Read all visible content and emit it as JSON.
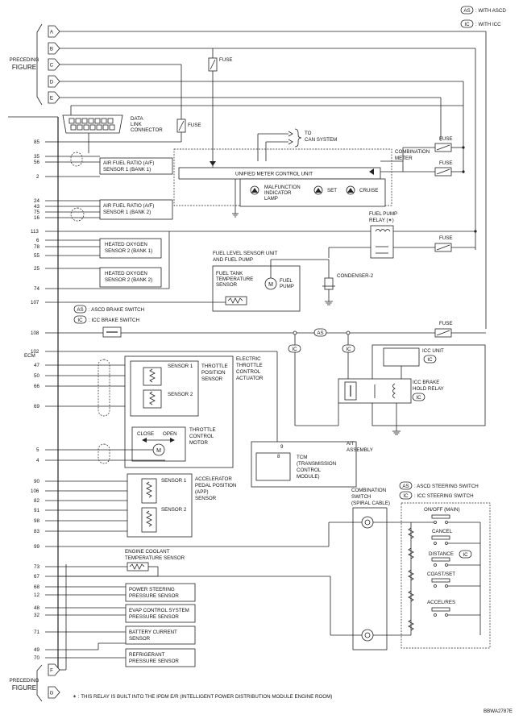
{
  "legend": {
    "as_badge": "AS",
    "as_text": ": WITH ASCD",
    "ic_badge": "IC",
    "ic_text": ": WITH ICC"
  },
  "preceding_figure": {
    "line1": "PRECEDING",
    "line2": "FIGURE"
  },
  "connectors": [
    "A",
    "B",
    "C",
    "D",
    "E",
    "F",
    "G"
  ],
  "labels": {
    "fuse": "FUSE",
    "data_link_connector": [
      "DATA",
      "LINK",
      "CONNECTOR"
    ],
    "to_can": [
      "TO",
      "CAN SYSTEM"
    ],
    "combination_meter": [
      "COMBINATION",
      "METER"
    ],
    "unified_meter": "UNIFIED METER CONTROL UNIT",
    "malfunction_lamp": [
      "MALFUNCTION",
      "INDICATOR",
      "LAMP"
    ],
    "set": "SET",
    "cruise": "CRUISE",
    "af_sensor_bank1": [
      "AIR FUEL RATIO (A/F)",
      "SENSOR 1 (BANK 1)"
    ],
    "af_sensor_bank2": [
      "AIR FUEL RATIO (A/F)",
      "SENSOR 1 (BANK 2)"
    ],
    "fuel_pump_relay": [
      "FUEL PUMP",
      "RELAY (✶)"
    ],
    "ho2s_bank1": [
      "HEATED OXYGEN",
      "SENSOR 2 (BANK 1)"
    ],
    "ho2s_bank2": [
      "HEATED OXYGEN",
      "SENSOR 2 (BANK 2)"
    ],
    "fuel_level_unit": [
      "FUEL LEVEL SENSOR UNIT",
      "AND FUEL PUMP"
    ],
    "fuel_tank_temp": [
      "FUEL TANK",
      "TEMPERATURE",
      "SENSOR"
    ],
    "fuel_pump": [
      "FUEL",
      "PUMP"
    ],
    "motor_m": "M",
    "condenser": "CONDENSER-2",
    "ascd_brake_switch": ": ASCD BRAKE SWITCH",
    "icc_brake_switch": ": ICC BRAKE SWITCH",
    "ecm": "ECM",
    "sensor1": "SENSOR 1",
    "sensor2": "SENSOR 2",
    "electric_throttle": [
      "ELECTRIC",
      "THROTTLE",
      "CONTROL",
      "ACTUATOR"
    ],
    "throttle_position": [
      "THROTTLE",
      "POSITION",
      "SENSOR"
    ],
    "throttle_motor": [
      "THROTTLE",
      "CONTROL",
      "MOTOR"
    ],
    "close": "CLOSE",
    "open": "OPEN",
    "icc_unit": "ICC UNIT",
    "icc_brake_hold_relay": [
      "ICC BRAKE",
      "HOLD RELAY"
    ],
    "at_assembly": [
      "A/T",
      "ASSEMBLY"
    ],
    "tcm": [
      "TCM",
      "(TRANSMISSION",
      "CONTROL",
      "MODULE)"
    ],
    "tcm_pin9": "9",
    "tcm_pin8": "8",
    "app_sensor": [
      "ACCELERATOR",
      "PEDAL POSITION",
      "(APP)",
      "SENSOR"
    ],
    "combination_switch": [
      "COMBINATION",
      "SWITCH",
      "(SPIRAL CABLE)"
    ],
    "ascd_steering_switch": ": ASCD STEERING SWITCH",
    "icc_steering_switch": ": ICC STEERING SWITCH",
    "on_off": "ON/OFF (MAIN)",
    "cancel": "CANCEL",
    "distance": "DISTANCE",
    "coast_set": "COAST/SET",
    "accel_res": "ACCEL/RES",
    "engine_coolant": [
      "ENGINE COOLANT",
      "TEMPERATURE SENSOR"
    ],
    "power_steering": [
      "POWER STEERING",
      "PRESSURE SENSOR"
    ],
    "evap": [
      "EVAP CONTROL SYSTEM",
      "PRESSURE SENSOR"
    ],
    "battery_current": [
      "BATTERY CURRENT",
      "SENSOR"
    ],
    "refrigerant": [
      "REFRIGERANT",
      "PRESSURE SENSOR"
    ],
    "footnote": "✶ : THIS RELAY IS BUILT INTO THE IPDM E/R (INTELLIGENT POWER DISTRIBUTION MODULE ENGINE ROOM)",
    "code": "BBWA2787E"
  },
  "ecm_pins": {
    "p85": "85",
    "p35": "35",
    "p56": "56",
    "p2": "2",
    "p24": "24",
    "p43": "43",
    "p75": "75",
    "p16": "16",
    "p113": "113",
    "p6": "6",
    "p78": "78",
    "p55": "55",
    "p25": "25",
    "p74": "74",
    "p107": "107",
    "p108": "108",
    "p102": "102",
    "p47": "47",
    "p50": "50",
    "p66": "66",
    "p69": "69",
    "p5": "5",
    "p4": "4",
    "p90": "90",
    "p106": "106",
    "p82": "82",
    "p91": "91",
    "p98": "98",
    "p83": "83",
    "p99": "99",
    "p73": "73",
    "p67": "67",
    "p68": "68",
    "p12": "12",
    "p48": "48",
    "p32": "32",
    "p71": "71",
    "p49": "49",
    "p70": "70"
  }
}
